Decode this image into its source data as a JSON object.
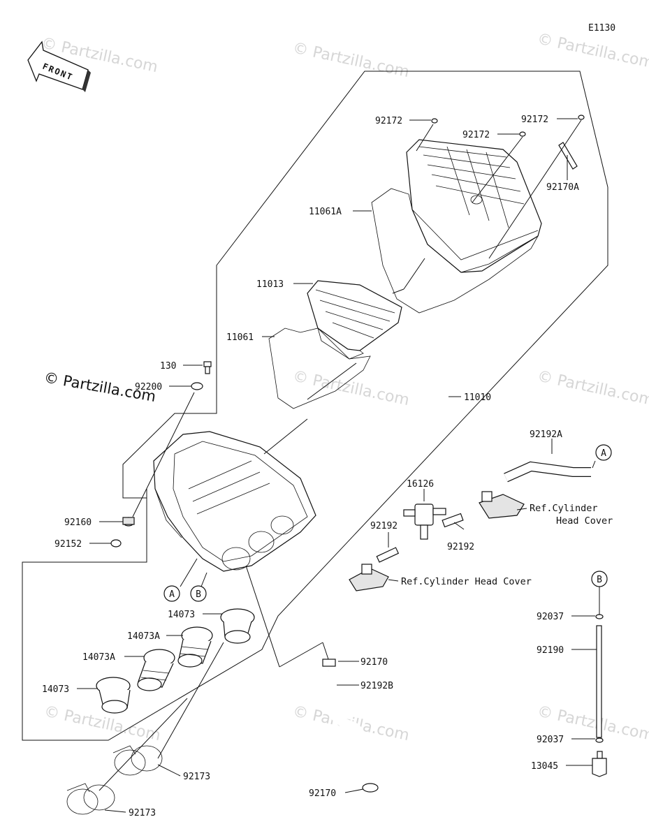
{
  "diagram_code": "E1130",
  "front_label": "FRONT",
  "brand_watermark": "© Partzilla.com",
  "faint_watermark": "© Partzilla.com",
  "callouts": {
    "c_A": "A",
    "c_B": "B"
  },
  "labels": {
    "p92172_a": "92172",
    "p92172_b": "92172",
    "p92172_c": "92172",
    "p92170A": "92170A",
    "p11061A": "11061A",
    "p11013": "11013",
    "p11061": "11061",
    "p130": "130",
    "p92200": "92200",
    "p11010": "11010",
    "p92192A": "92192A",
    "p16126": "16126",
    "p92192_a": "92192",
    "p92192_b": "92192",
    "p92160": "92160",
    "p92152": "92152",
    "p14073_a": "14073",
    "p14073A_a": "14073A",
    "p14073A_b": "14073A",
    "p14073_b": "14073",
    "p92170_a": "92170",
    "p92192B": "92192B",
    "p92170_b": "92170",
    "p92173_a": "92173",
    "p92173_b": "92173",
    "p92037_a": "92037",
    "p92190": "92190",
    "p92037_b": "92037",
    "p13045": "13045"
  },
  "refs": {
    "cyl_head_cover_1_line1": "Ref.Cylinder",
    "cyl_head_cover_1_line2": "Head Cover",
    "cyl_head_cover_2": "Ref.Cylinder Head Cover"
  },
  "colors": {
    "line": "#111111",
    "watermark": "#d6d6d6",
    "part_fill": "#ffffff",
    "part_shade": "#e4e4e4"
  }
}
